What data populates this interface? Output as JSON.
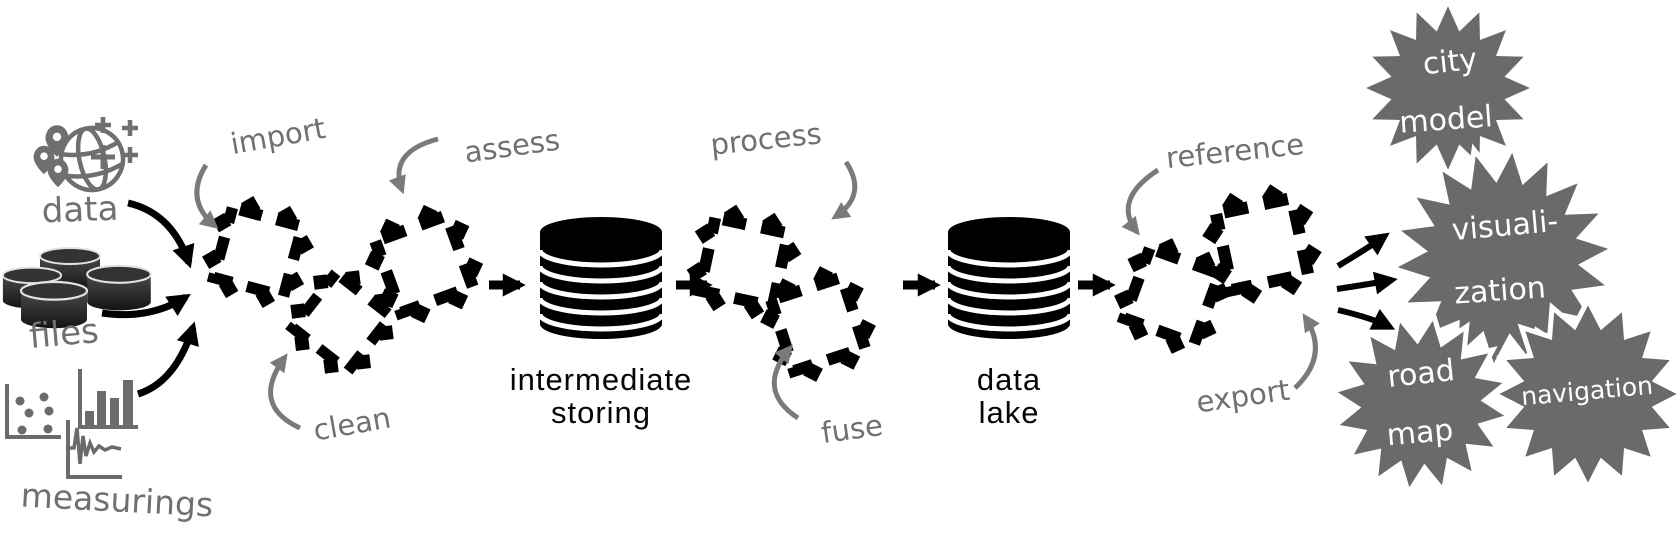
{
  "colors": {
    "ink": "#000000",
    "sketch_gray": "#707070",
    "star_fill": "#6a6a6a",
    "star_text": "#ffffff",
    "background": "#ffffff"
  },
  "sources": {
    "data_label": "data",
    "files_label": "files",
    "measurings_label": "measurings"
  },
  "pipeline": {
    "stage1": {
      "import": "import",
      "assess": "assess",
      "clean": "clean"
    },
    "intermediate_store": {
      "line1": "intermediate",
      "line2": "storing"
    },
    "stage2": {
      "process": "process",
      "fuse": "fuse"
    },
    "data_lake": {
      "line1": "data",
      "line2": "lake"
    },
    "stage3": {
      "reference": "reference",
      "export": "export"
    }
  },
  "outputs": {
    "city_model": {
      "line1": "city",
      "line2": "model"
    },
    "visualization": {
      "line1": "visuali-",
      "line2": "zation"
    },
    "road_map": {
      "line1": "road",
      "line2": "map"
    },
    "navigation": {
      "line1": "navigation"
    }
  },
  "icons": {
    "geodata": "globe-with-location-pins-and-plus-marks",
    "files": "database-cylinders",
    "measurings": "scatter-bar-and-waveform-plots",
    "stage_unit": "gear-cluster",
    "store_unit": "database-stack",
    "output_unit": "starburst"
  }
}
